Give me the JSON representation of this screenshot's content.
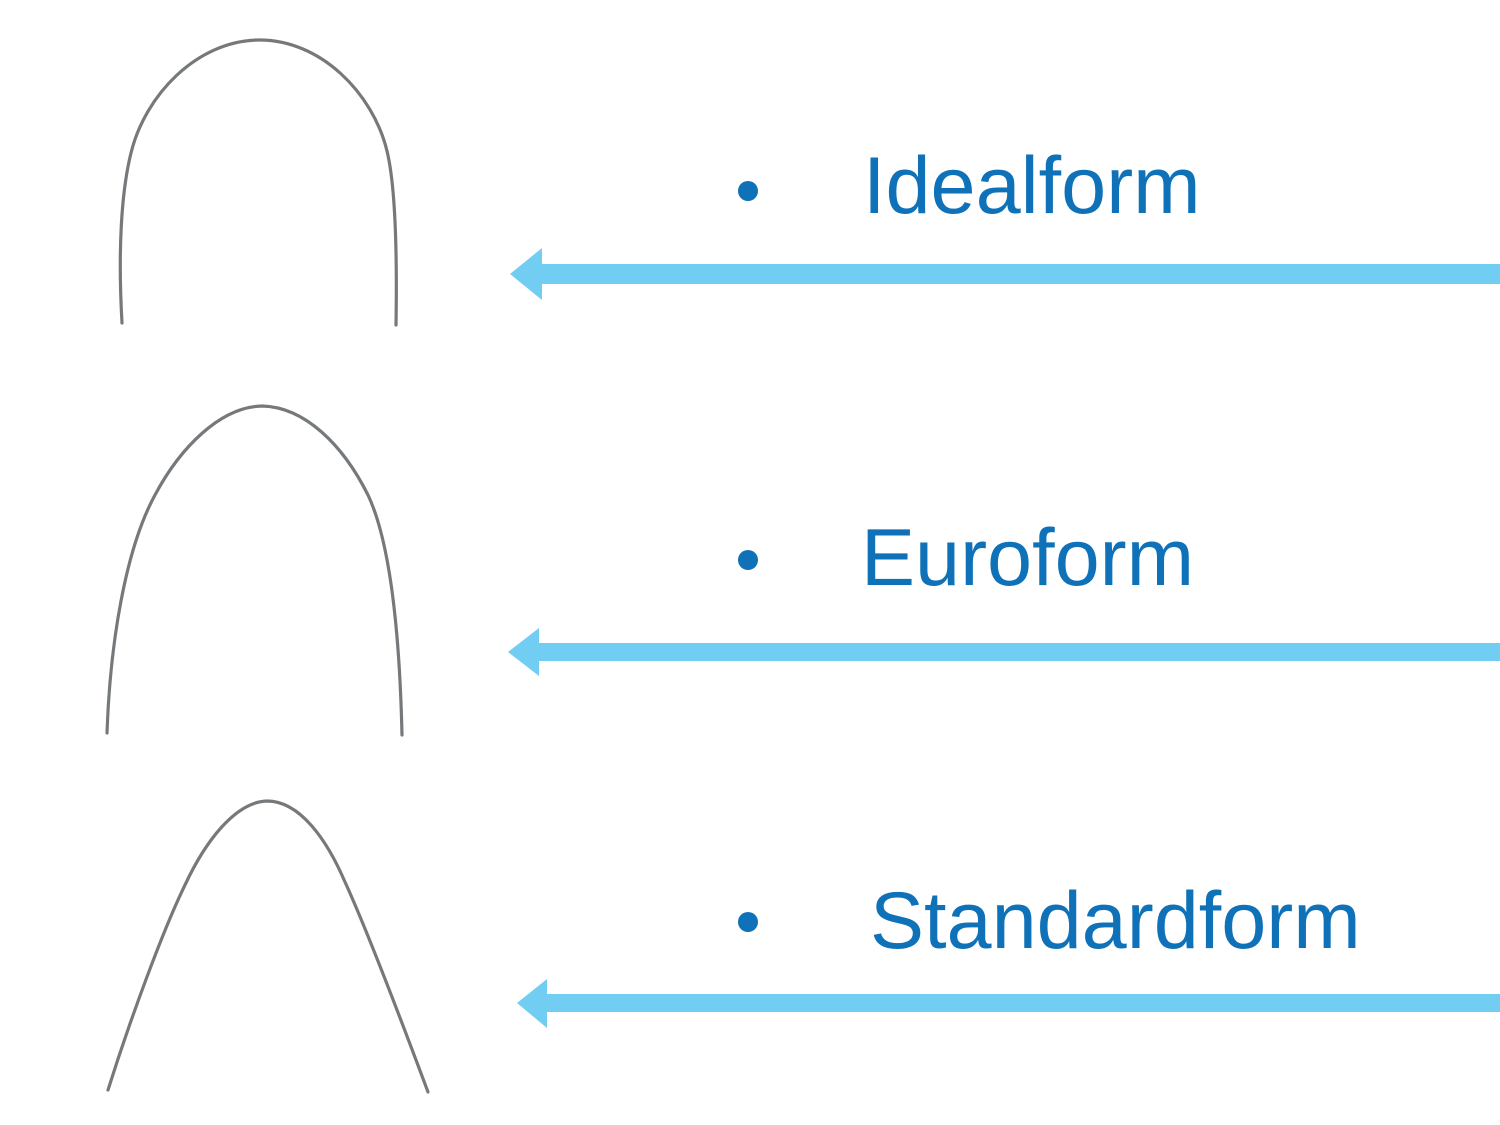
{
  "slide": {
    "description": "Comparison of three orthodontic archwire forms, each shown as a wire arch outline with a bulleted label and a left-pointing arrow",
    "items": [
      {
        "label": "Idealform",
        "figure": "idealform-archwire-outline",
        "bullet_icon": "bullet-dot-icon",
        "arrow_icon": "left-arrow-icon"
      },
      {
        "label": "Euroform",
        "figure": "euroform-archwire-outline",
        "bullet_icon": "bullet-dot-icon",
        "arrow_icon": "left-arrow-icon"
      },
      {
        "label": "Standardform",
        "figure": "standardform-archwire-outline",
        "bullet_icon": "bullet-dot-icon",
        "arrow_icon": "left-arrow-icon"
      }
    ],
    "colors": {
      "label_text": "#0f72b8",
      "bullet": "#0f72b8",
      "arrow": "#71cdf1",
      "wire": "#63676a",
      "background": "#ffffff"
    }
  }
}
